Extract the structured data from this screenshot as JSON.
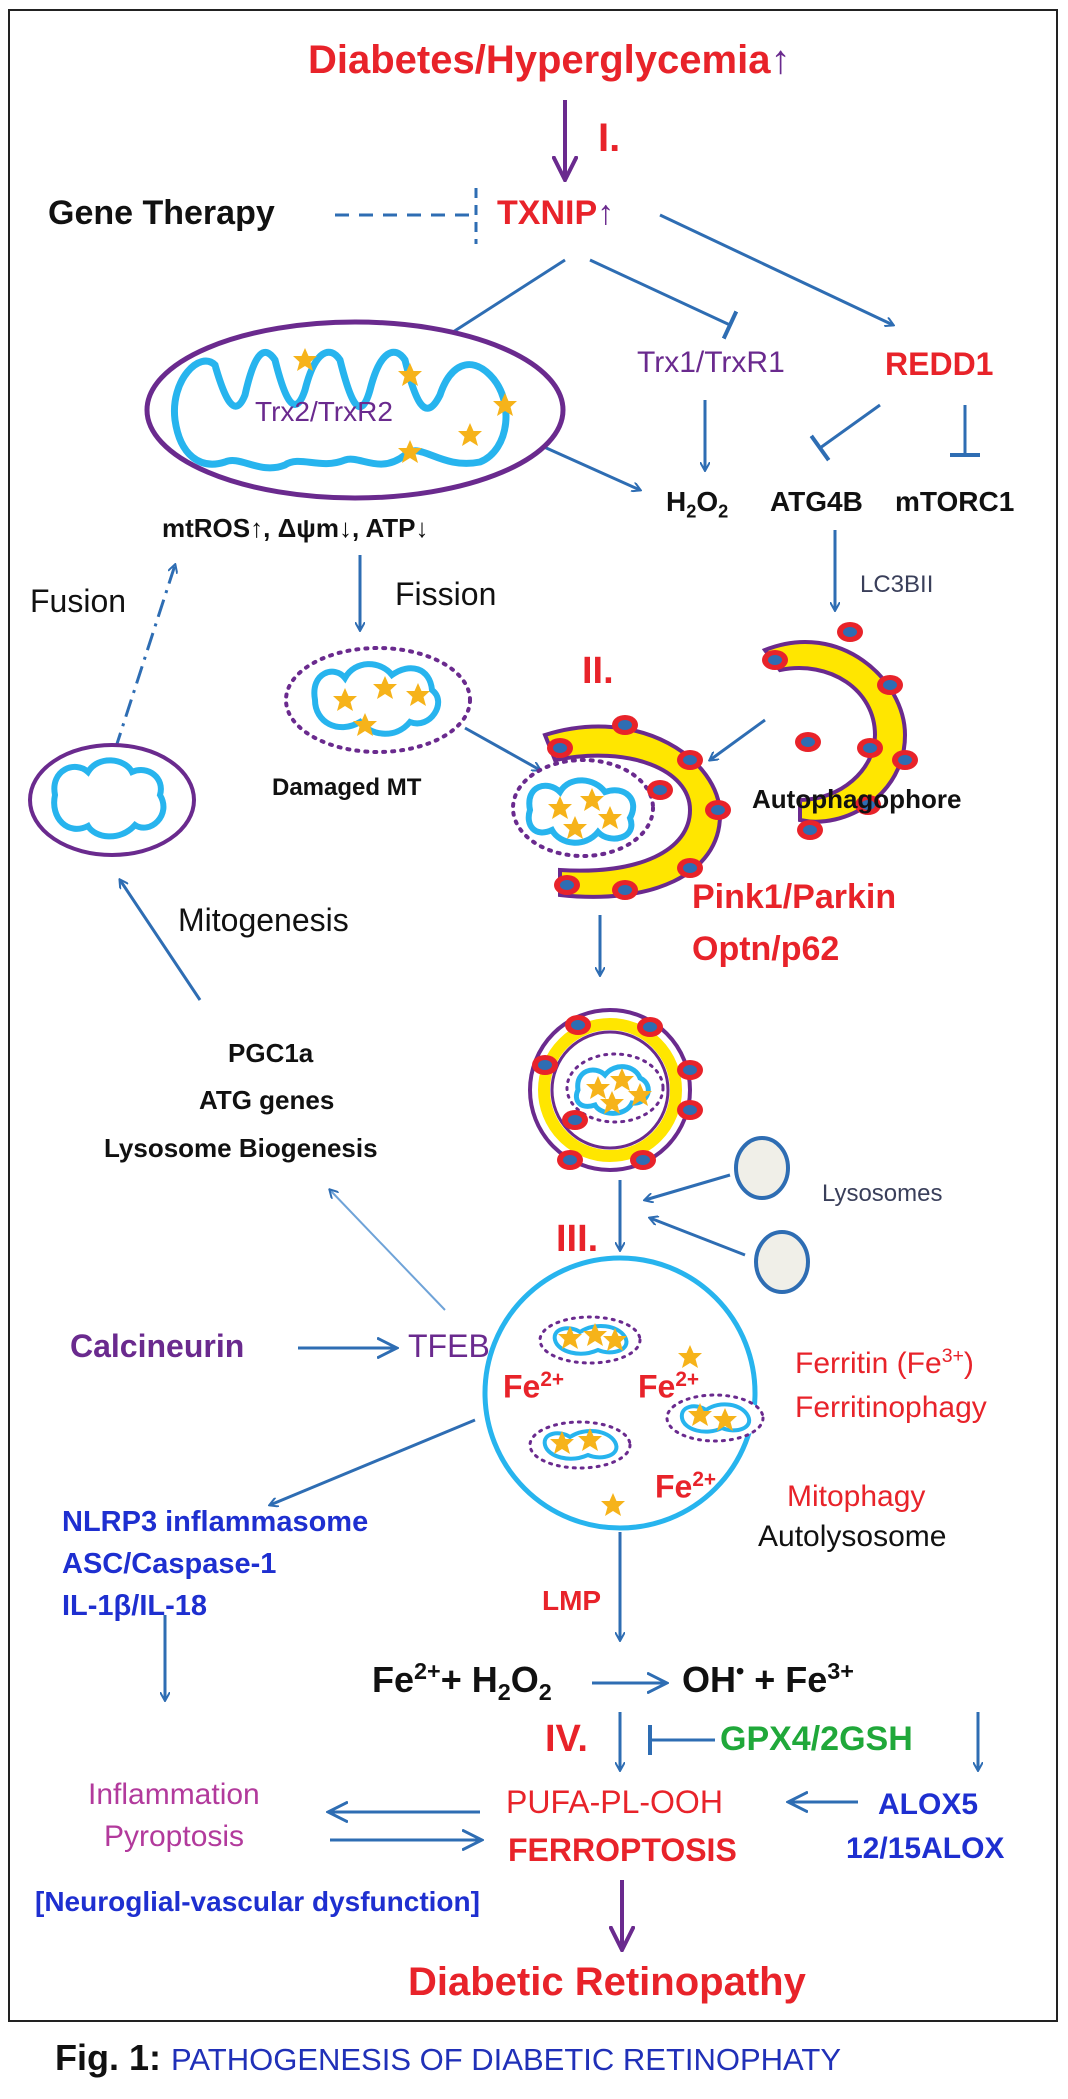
{
  "colors": {
    "red": "#e8232a",
    "purple": "#6a2a8e",
    "blue_arrow": "#2e6db3",
    "blue_text": "#1e2fd0",
    "green": "#20a83a",
    "yellow": "#ffe600",
    "mito_cyan": "#27b4ee",
    "star": "#f6b31a"
  },
  "labels": {
    "diabetes": "Diabetes/Hyperglycemia",
    "txnip": "TXNIP",
    "gene_therapy": "Gene Therapy",
    "step1": "I.",
    "step2": "II.",
    "step3": "III.",
    "step4": "IV.",
    "trx2": "Trx2/TrxR2",
    "trx1": "Trx1/TrxR1",
    "redd1": "REDD1",
    "h2o2": "H2O2",
    "atg4b": "ATG4B",
    "mtorc1": "mTORC1",
    "mtros": "mtROS↑, Δψm↓, ATP↓",
    "fusion": "Fusion",
    "fission": "Fission",
    "lc3bii": "LC3BII",
    "damaged_mt": "Damaged MT",
    "autophagophore": "Autophagophore",
    "pink_parkin": "Pink1/Parkin",
    "optn_p62": "Optn/p62",
    "mitogenesis": "Mitogenesis",
    "pgc1a": "PGC1a",
    "atg_genes": "ATG genes",
    "lyso_bio": "Lysosome Biogenesis",
    "lysosomes": "Lysosomes",
    "calcineurin": "Calcineurin",
    "tfeb": "TFEB",
    "fe2_a": "Fe2+",
    "fe2_b": "Fe2+",
    "fe2_c": "Fe2+",
    "ferritin": "Ferritin (Fe3+)",
    "ferritinophagy": "Ferritinophagy",
    "mitophagy": "Mitophagy",
    "autolysosome": "Autolysosome",
    "nlrp3": "NLRP3 inflammasome",
    "asc": "ASC/Caspase-1",
    "il1b": "IL-1β/IL-18",
    "lmp": "LMP",
    "fenton_left": "Fe2+ + H2O2",
    "fenton_right": "OH• + Fe3+",
    "gpx4": "GPX4/2GSH",
    "inflammation": "Inflammation",
    "pyroptosis": "Pyroptosis",
    "pufa": "PUFA-PL-OOH",
    "ferroptosis": "FERROPTOSIS",
    "alox5": "ALOX5",
    "alox12": "12/15ALOX",
    "neuro": "[Neuroglial-vascular dysfunction]",
    "dr": "Diabetic Retinopathy",
    "caption_prefix": "Fig. 1:",
    "caption_text": "PATHOGENESIS OF DIABETIC RETINOPHATY"
  }
}
